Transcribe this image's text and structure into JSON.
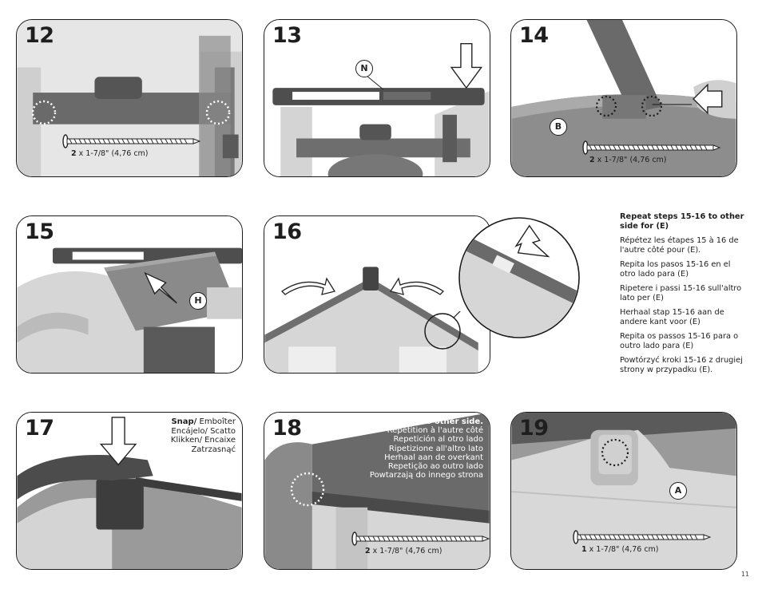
{
  "steps": [
    {
      "id": "12",
      "number": "12",
      "screw": {
        "qty": "2",
        "size": "x 1-7/8\" (4,76 cm)"
      }
    },
    {
      "id": "13",
      "number": "13",
      "callout": "N"
    },
    {
      "id": "14",
      "number": "14",
      "callout": "B",
      "screw": {
        "qty": "2",
        "size": "x 1-7/8\" (4,76 cm)"
      }
    },
    {
      "id": "15",
      "number": "15",
      "callout": "H"
    },
    {
      "id": "16",
      "number": "16"
    },
    {
      "id": "17",
      "number": "17",
      "snap": {
        "bold": "Snap/",
        "rest1": " Emboîter",
        "lines": [
          "Encájelo/ Scatto",
          "Klikken/ Encaixe",
          "Zatrzasnąć"
        ]
      }
    },
    {
      "id": "18",
      "number": "18",
      "screw": {
        "qty": "2",
        "size": "x 1-7/8\" (4,76 cm)"
      },
      "repeat": [
        "Repeat to other side.",
        "Répétition à l'autre côté",
        "Repetición al otro lado",
        "Ripetizione all'altro lato",
        "Herhaal aan de overkant",
        "Repetição ao outro lado",
        "Powtarzają do innego strona"
      ]
    },
    {
      "id": "19",
      "number": "19",
      "callout": "A",
      "screw": {
        "qty": "1",
        "size": "x 1-7/8\" (4,76 cm)"
      }
    }
  ],
  "side_instructions": {
    "heading": "Repeat steps 15-16 to other side for (E)",
    "lines": [
      "Répétez les étapes 15 à 16 de l'autre côté pour (E).",
      "Repita los pasos 15-16 en el otro lado para (E)",
      "Ripetere i passi 15-16 sull'altro lato per (E)",
      "Herhaal stap 15-16 aan de andere kant voor (E)",
      "Repita os passos 15-16 para o outro lado para (E)",
      "Powtórzyć kroki 15-16 z drugiej strony w przypadku (E)."
    ]
  },
  "page_number": "11",
  "colors": {
    "dark_part": "#555555",
    "light_part": "#c8c8c8",
    "mid_part": "#8a8a8a",
    "outline": "#1a1a1a"
  }
}
